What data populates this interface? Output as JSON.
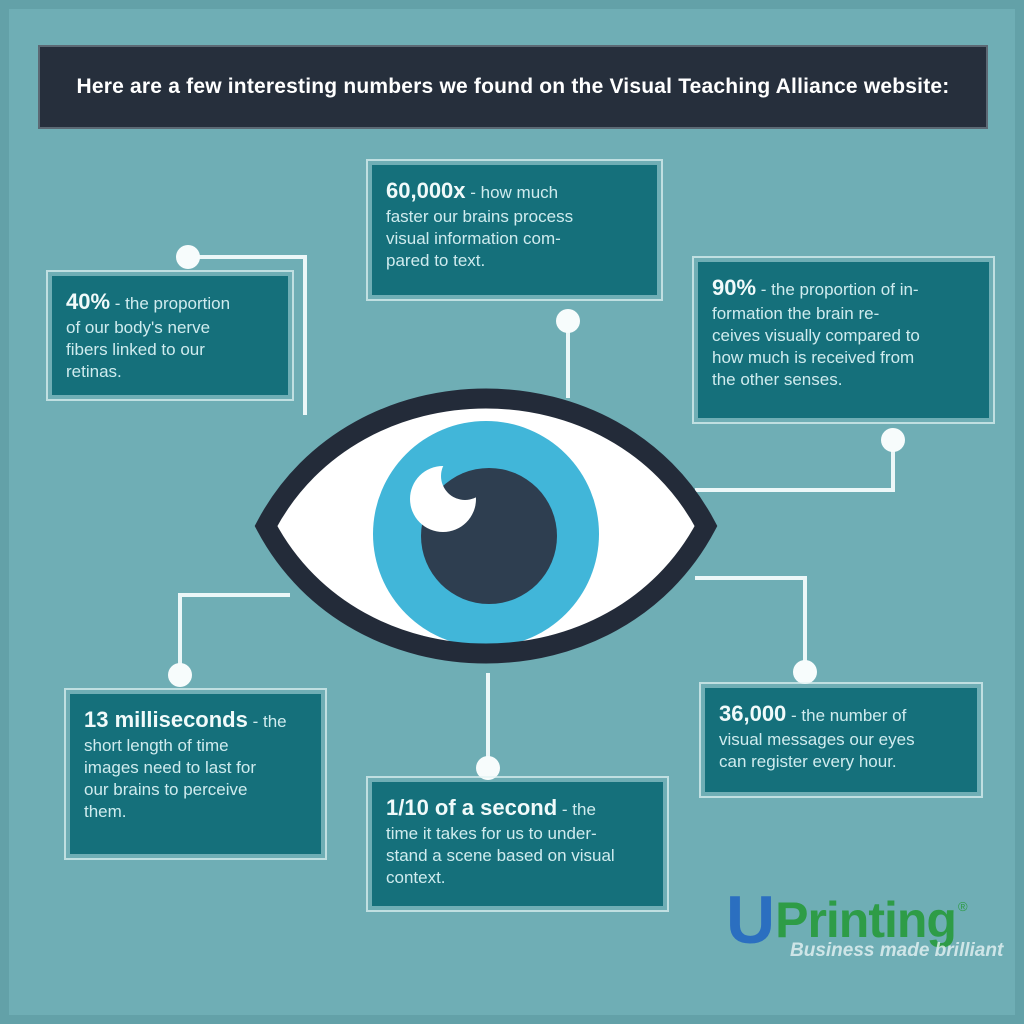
{
  "header": {
    "title": "Here are a few interesting numbers we found on the Visual Teaching Alliance website:"
  },
  "stats": [
    {
      "id": "brain-speed",
      "value": "60,000x",
      "text": "- how much\nfaster our brains process\nvisual information com-\npared to text."
    },
    {
      "id": "nerve-fibers",
      "value": "40%",
      "text": "- the proportion\nof our body's nerve\nfibers linked to our\nretinas."
    },
    {
      "id": "visual-information",
      "value": "90%",
      "text": "- the proportion of in-\nformation the brain re-\nceives visually compared to\nhow much is received from\nthe other senses."
    },
    {
      "id": "image-perception",
      "value": "13 milliseconds",
      "text": "- the\nshort length of time\nimages need to last for\nour brains to perceive\nthem."
    },
    {
      "id": "scene-understanding",
      "value": "1/10 of a second",
      "text": "- the\ntime it takes for us to under-\nstand a scene based on visual\ncontext."
    },
    {
      "id": "visual-messages",
      "value": "36,000",
      "text": "- the number of\nvisual messages our eyes\ncan register every hour."
    }
  ],
  "logo": {
    "u": "U",
    "name": "Printing",
    "registered": "®",
    "tagline": "Business made brilliant"
  },
  "colors": {
    "background": "#6FAEB5",
    "card": "#15707B",
    "header": "#262F3C",
    "frame": "rgba(226,243,244,0.7)",
    "line": "#ECF7F8",
    "dot": "#F7FCFC",
    "outline": "#232B39",
    "sclera": "#FFFFFF",
    "iris": "#41B6D9",
    "pupil": "#2E3E50",
    "text": "#CFEBEE",
    "textBright": "#F0FAFA",
    "logoBlue": "#2B6FC0",
    "logoGreen": "#2E9C47",
    "tagline": "rgba(230,242,244,0.8)"
  }
}
